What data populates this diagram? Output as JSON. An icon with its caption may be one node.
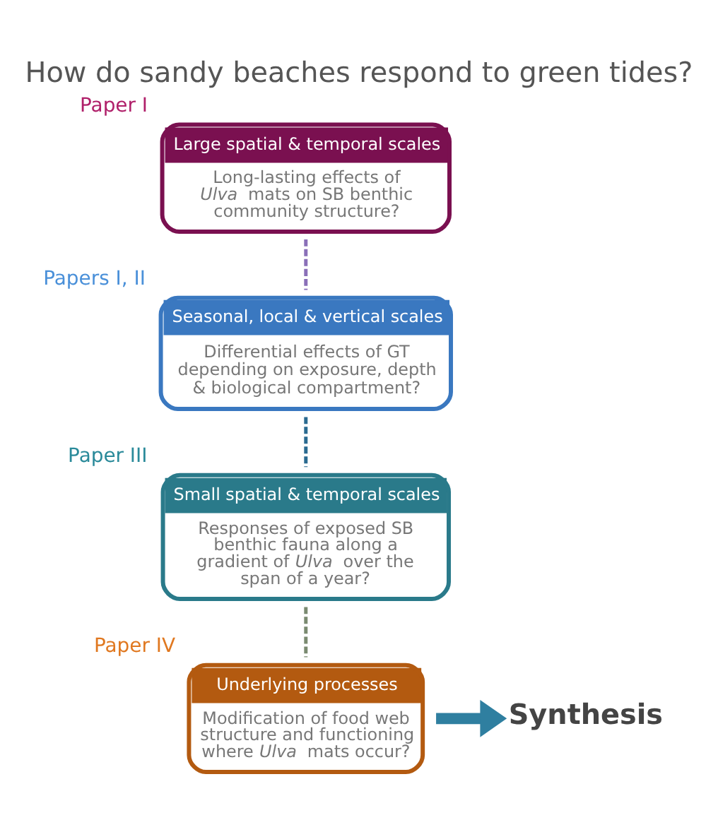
{
  "diagram": {
    "title": "How do sandy beaches respond to green tides?",
    "nodes": [
      {
        "text": [
          "Large spatial & temporal scales",
          "Long-lasting effects of *Ulva* mats on SB benthic community structure?"
        ],
        "beside": [
          "Paper I"
        ]
      },
      {
        "text": [
          "Seasonal, local & vertical scales",
          "Differential effects of GT depending on exposure, depth & biological compartment?"
        ],
        "beside": [
          "Papers I, II"
        ]
      },
      {
        "text": [
          "Small spatial & temporal scales",
          "Responses of exposed SB benthic fauna along a gradient of *Ulva* over the span of a year?"
        ],
        "beside": [
          "Paper III"
        ]
      },
      {
        "text": [
          "Underlying processes",
          "Modification of food web structure and functioning where *Ulva* mats occur?"
        ],
        "beside": [
          "Paper IV"
        ]
      },
      {
        "text": [
          "Synthesis"
        ]
      }
    ],
    "edges": [
      {
        "from": 0,
        "to": 1,
        "arrow": "none",
        "style": "dashed",
        "color": "#8a6fb8"
      },
      {
        "from": 1,
        "to": 2,
        "arrow": "none",
        "style": "dashed",
        "color": "#2a6a90"
      },
      {
        "from": 2,
        "to": 3,
        "arrow": "none",
        "style": "dashed",
        "color": "#7a8a70"
      },
      {
        "from": 3,
        "to": 4,
        "arrow": "to",
        "style": "thick",
        "color": "#2f7fa0"
      }
    ]
  }
}
